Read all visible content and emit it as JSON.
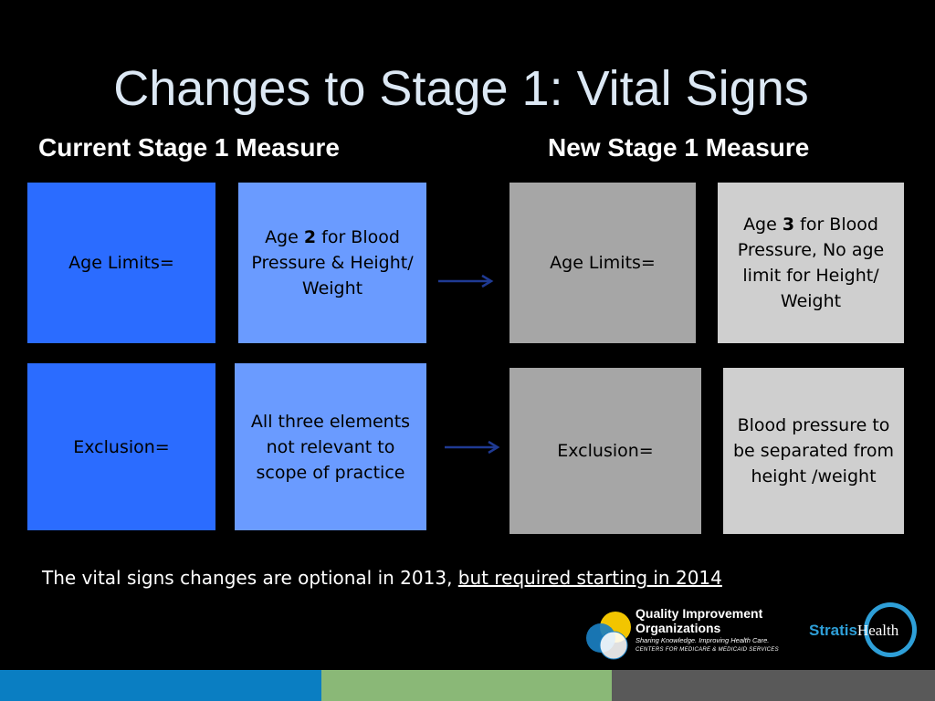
{
  "slide": {
    "title": "Changes to Stage 1: Vital Signs",
    "current_heading": "Current Stage 1  Measure",
    "new_heading": "New Stage 1 Measure"
  },
  "current": {
    "age_label": "Age Limits=",
    "age_value_pre": "Age ",
    "age_value_bold": "2",
    "age_value_post": " for Blood Pressure & Height/ Weight",
    "exclusion_label": "Exclusion=",
    "exclusion_value": "All three elements not relevant to scope of practice"
  },
  "new": {
    "age_label": "Age Limits=",
    "age_value_pre": "Age ",
    "age_value_bold": "3",
    "age_value_post": " for Blood Pressure, No age limit for Height/ Weight",
    "exclusion_label": "Exclusion=",
    "exclusion_value": "Blood pressure to be separated from height /weight"
  },
  "footnote": {
    "text": "The vital signs changes are optional in 2013, ",
    "underlined": "but required starting in 2014"
  },
  "logos": {
    "qio_name_line1": "Quality Improvement",
    "qio_name_line2": "Organizations",
    "qio_tagline": "Sharing Knowledge. Improving Health Care.",
    "qio_cms": "CENTERS FOR MEDICARE & MEDICAID SERVICES",
    "stratis_part1": "Stratis",
    "stratis_part2": "Health"
  },
  "colors": {
    "box_dark_blue": "#2b6cff",
    "box_light_blue": "#6a9bff",
    "box_mid_grey": "#a6a6a6",
    "box_light_grey": "#cfcfcf",
    "arrow": "#1f3a93",
    "bar_blue": "#0a7ec2",
    "bar_green": "#8ab877",
    "bar_grey": "#595959"
  }
}
